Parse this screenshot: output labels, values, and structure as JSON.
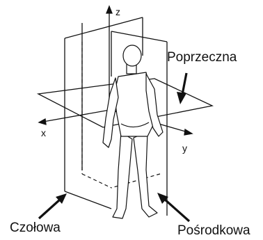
{
  "labels": {
    "transverse": "Poprzeczna",
    "frontal": "Czołowa",
    "sagittal": "Pośrodkowa"
  },
  "axes": {
    "z": "z",
    "x": "x",
    "y": "y"
  },
  "colors": {
    "ink": "#111111",
    "background": "#ffffff"
  }
}
